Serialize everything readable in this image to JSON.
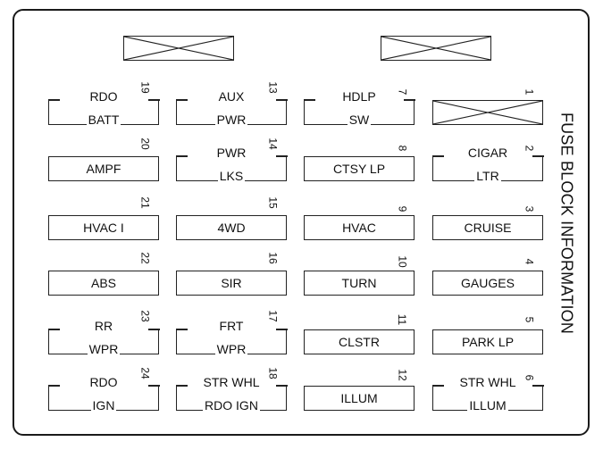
{
  "title": "FUSE BLOCK INFORMATION",
  "fuses": {
    "f1": {
      "number": "1",
      "line1": "",
      "line2": ""
    },
    "f2": {
      "number": "2",
      "line1": "CIGAR",
      "line2": "LTR"
    },
    "f3": {
      "number": "3",
      "line1": "CRUISE",
      "line2": ""
    },
    "f4": {
      "number": "4",
      "line1": "GAUGES",
      "line2": ""
    },
    "f5": {
      "number": "5",
      "line1": "PARK LP",
      "line2": ""
    },
    "f6": {
      "number": "6",
      "line1": "STR WHL",
      "line2": "ILLUM"
    },
    "f7": {
      "number": "7",
      "line1": "HDLP",
      "line2": "SW"
    },
    "f8": {
      "number": "8",
      "line1": "CTSY LP",
      "line2": ""
    },
    "f9": {
      "number": "9",
      "line1": "HVAC",
      "line2": ""
    },
    "f10": {
      "number": "10",
      "line1": "TURN",
      "line2": ""
    },
    "f11": {
      "number": "11",
      "line1": "CLSTR",
      "line2": ""
    },
    "f12": {
      "number": "12",
      "line1": "ILLUM",
      "line2": ""
    },
    "f13": {
      "number": "13",
      "line1": "AUX",
      "line2": "PWR"
    },
    "f14": {
      "number": "14",
      "line1": "PWR",
      "line2": "LKS"
    },
    "f15": {
      "number": "15",
      "line1": "4WD",
      "line2": ""
    },
    "f16": {
      "number": "16",
      "line1": "SIR",
      "line2": ""
    },
    "f17": {
      "number": "17",
      "line1": "FRT",
      "line2": "WPR"
    },
    "f18": {
      "number": "18",
      "line1": "STR WHL",
      "line2": "RDO IGN"
    },
    "f19": {
      "number": "19",
      "line1": "RDO",
      "line2": "BATT"
    },
    "f20": {
      "number": "20",
      "line1": "AMPF",
      "line2": ""
    },
    "f21": {
      "number": "21",
      "line1": "HVAC I",
      "line2": ""
    },
    "f22": {
      "number": "22",
      "line1": "ABS",
      "line2": ""
    },
    "f23": {
      "number": "23",
      "line1": "RR",
      "line2": "WPR"
    },
    "f24": {
      "number": "24",
      "line1": "RDO",
      "line2": "IGN"
    }
  }
}
